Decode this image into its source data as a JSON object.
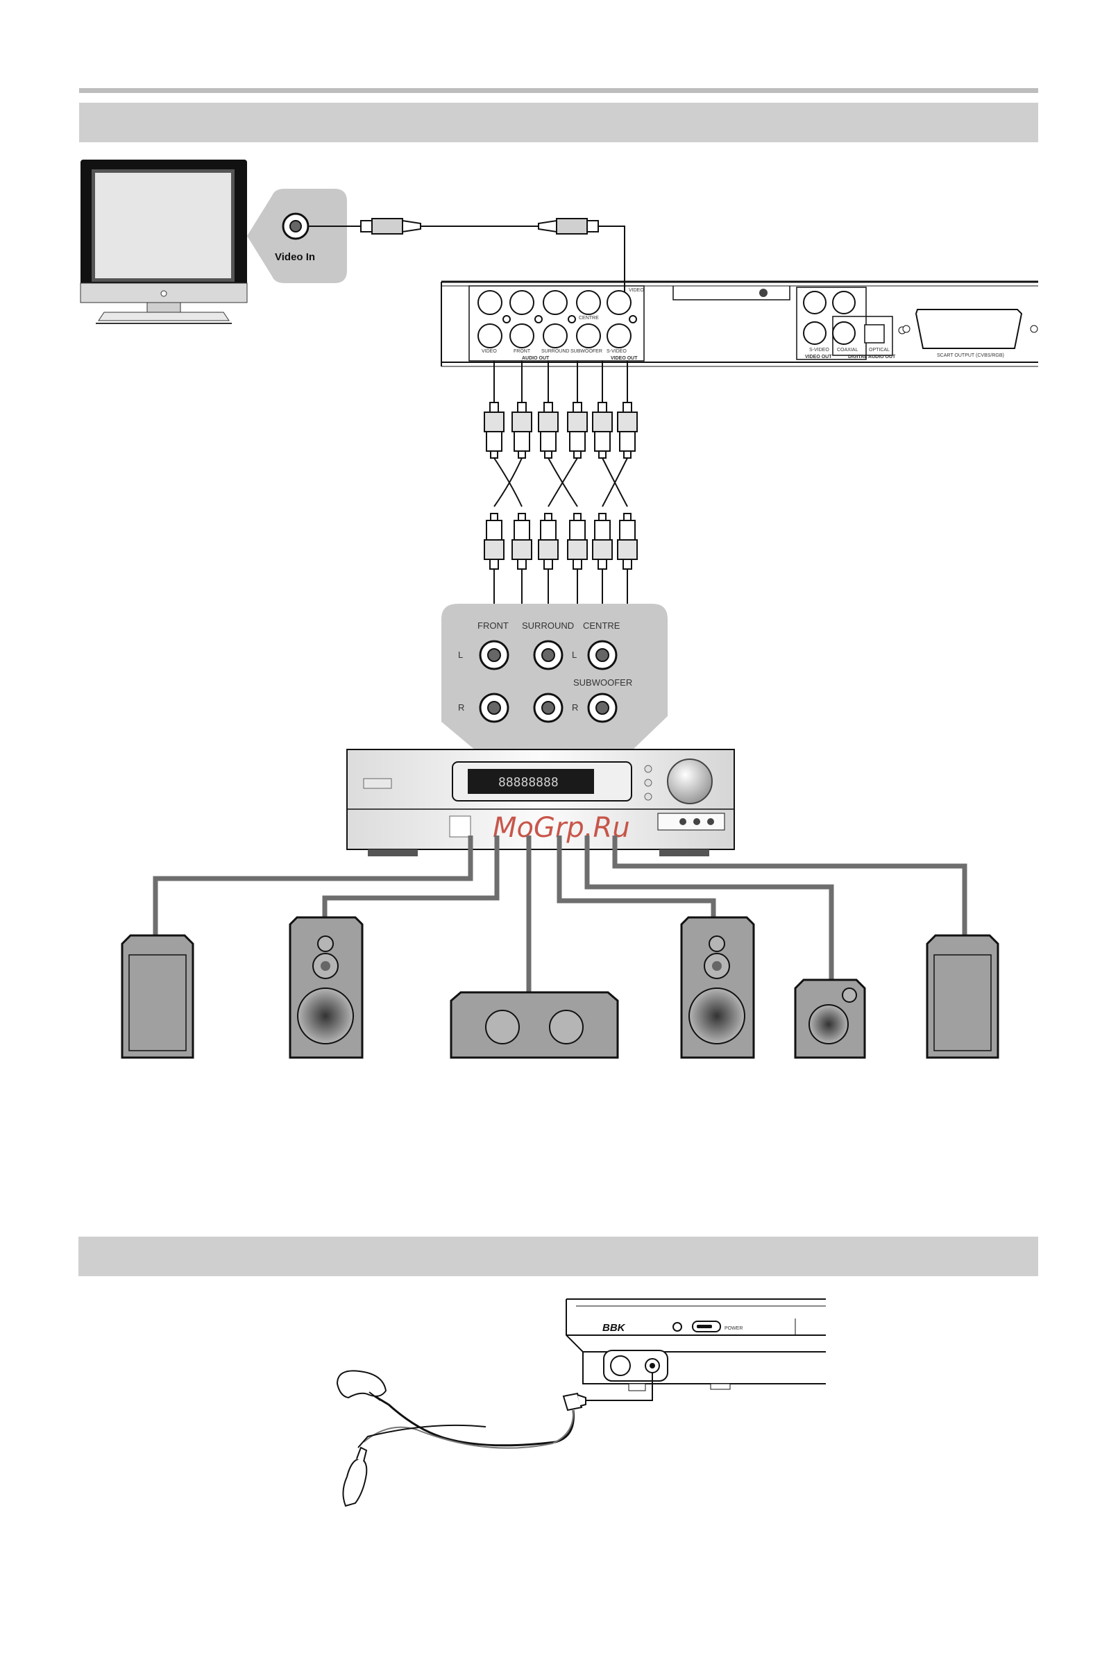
{
  "tv": {
    "input_label": "Video In"
  },
  "player_panel": {
    "video_label": "VIDEO",
    "centre_label": "CENTRE",
    "jack_labels": [
      "VIDEO",
      "FRONT",
      "SURROUND",
      "SUBWOOFER",
      "S-VIDEO"
    ],
    "audio_out_label": "AUDIO OUT",
    "video_out_label": "VIDEO OUT",
    "right_labels": [
      "S-VIDEO",
      "COAXIAL",
      "OPTICAL"
    ],
    "right_video_out_label": "VIDEO OUT",
    "digital_audio_label": "DIGITAL AUDIO OUT",
    "scart_label": "SCART OUTPUT (CVBS/RGB)"
  },
  "receiver_inputs": {
    "front": "FRONT",
    "surround": "SURROUND",
    "centre": "CENTRE",
    "subwoofer": "SUBWOOFER",
    "left": "L",
    "right": "R"
  },
  "receiver": {
    "display_text": "88888888"
  },
  "watermark": "MoGrp.Ru",
  "player_front": {
    "brand": "BBK",
    "power_label": "POWER"
  },
  "colors": {
    "band": "#cfcfcf",
    "callout": "#c8c8c8",
    "speaker": "#a0a0a0",
    "watermark": "#c0392b"
  }
}
